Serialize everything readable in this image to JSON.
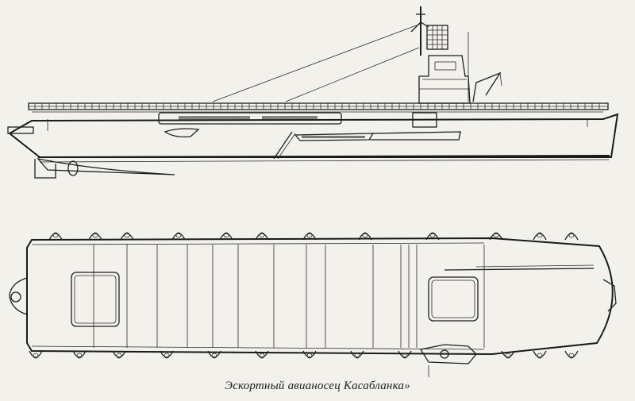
{
  "figure": {
    "caption": "Эскортный авианосец Касабланка»"
  },
  "views": [
    {
      "name": "side-profile"
    },
    {
      "name": "flight-deck-plan"
    }
  ]
}
